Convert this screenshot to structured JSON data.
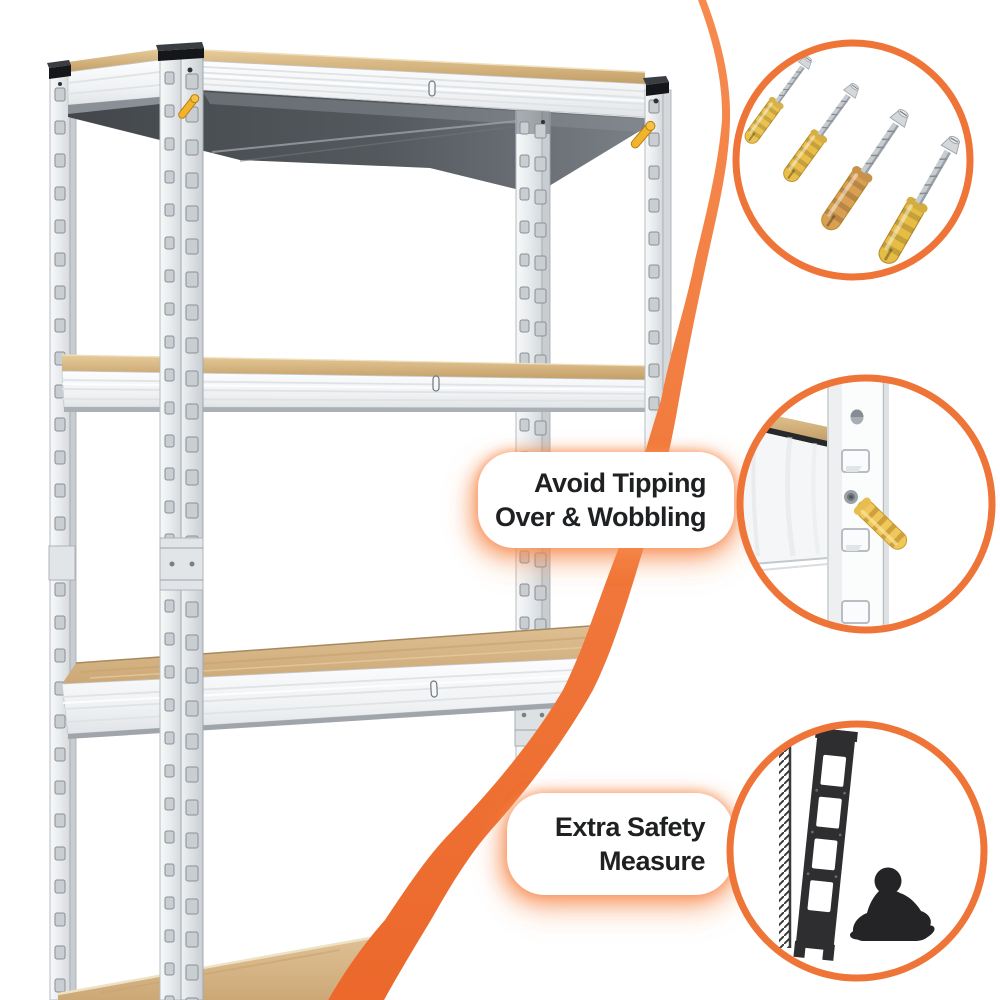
{
  "page": {
    "background": "#FFFFFF"
  },
  "theme": {
    "accent_orange": "#EE7134",
    "ring_orange": "#EE7537",
    "wood": "#D3AE7D",
    "text_dark": "#1F2022"
  },
  "callouts": {
    "anchors": {
      "icon": "expansion-anchor-screws-icon"
    },
    "tipping": {
      "line1": "Avoid Tipping",
      "line2": "Over & Wobbling",
      "icon": "anchor-bolted-post-closeup-icon"
    },
    "safety": {
      "line1": "Extra Safety",
      "line2": "Measure",
      "icon": "rack-strapped-to-wall-child-icon"
    }
  }
}
